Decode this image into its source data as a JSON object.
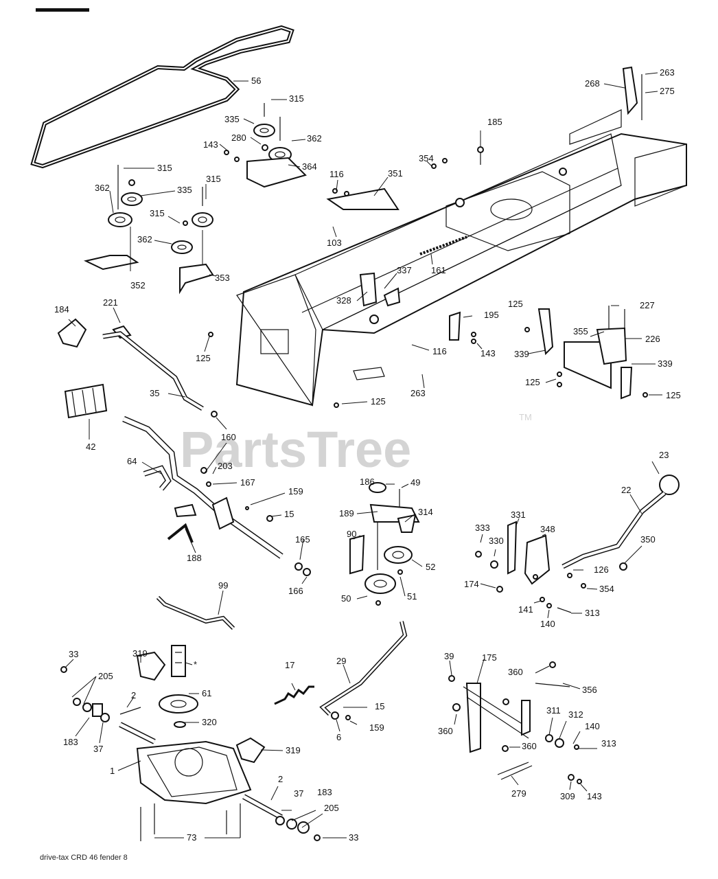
{
  "watermark": {
    "text": "PartsTree",
    "tm": "TM"
  },
  "footer": "drive-tax CRD 46 fender 8",
  "labels": {
    "p56": "56",
    "p315a": "315",
    "p335a": "335",
    "p280": "280",
    "p362a": "362",
    "p143a": "143",
    "p364": "364",
    "p315b": "315",
    "p362b": "362",
    "p335b": "335",
    "p315c": "315",
    "p315d": "315",
    "p362c": "362",
    "p352": "352",
    "p353": "353",
    "p185": "185",
    "p268": "268",
    "p263a": "263",
    "p275": "275",
    "p116a": "116",
    "p351": "351",
    "p354a": "354",
    "p103": "103",
    "p161": "161",
    "p337": "337",
    "p328": "328",
    "p125a": "125",
    "p195": "195",
    "p227": "227",
    "p355": "355",
    "p226": "226",
    "p339a": "339",
    "p339b": "339",
    "p143b": "143",
    "p116b": "116",
    "p125b": "125",
    "p125c": "125",
    "p263b": "263",
    "p125d": "125",
    "p125e": "125",
    "p184": "184",
    "p221": "221",
    "p35": "35",
    "p42": "42",
    "p160": "160",
    "p64": "64",
    "p203": "203",
    "p167": "167",
    "p159a": "159",
    "p15a": "15",
    "p165": "165",
    "p166": "166",
    "p188": "188",
    "p186": "186",
    "p49": "49",
    "p189": "189",
    "p314": "314",
    "p90": "90",
    "p52": "52",
    "p50": "50",
    "p51": "51",
    "p23": "23",
    "p22": "22",
    "p331": "331",
    "p333": "333",
    "p330": "330",
    "p348": "348",
    "p350": "350",
    "p126": "126",
    "p174": "174",
    "p354b": "354",
    "p141": "141",
    "p140a": "140",
    "p313a": "313",
    "p99": "99",
    "p33a": "33",
    "p319a": "319",
    "pstar": "*",
    "p205a": "205",
    "p2a": "2",
    "p61": "61",
    "p320": "320",
    "p183a": "183",
    "p37a": "37",
    "p1": "1",
    "p319b": "319",
    "p2b": "2",
    "p37b": "37",
    "p183b": "183",
    "p205b": "205",
    "p73": "73",
    "p33b": "33",
    "p17": "17",
    "p29": "29",
    "p15b": "15",
    "p6": "6",
    "p159b": "159",
    "p39": "39",
    "p175": "175",
    "p360a": "360",
    "p356": "356",
    "p360b": "360",
    "p311": "311",
    "p312": "312",
    "p140b": "140",
    "p313b": "313",
    "p360c": "360",
    "p279": "279",
    "p309": "309",
    "p143c": "143"
  }
}
